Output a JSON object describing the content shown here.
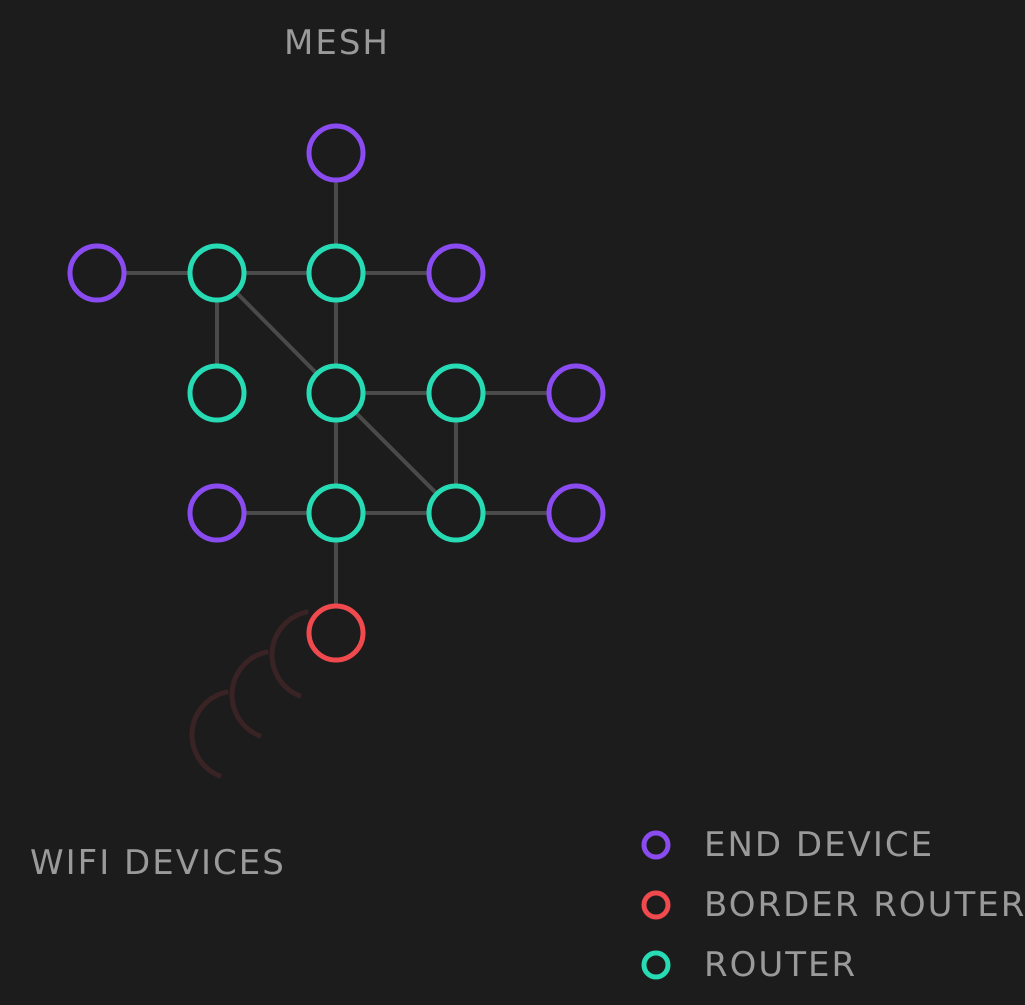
{
  "titles": {
    "mesh": "MESH",
    "wifi": "WIFI DEVICES"
  },
  "colors": {
    "background": "#1c1c1c",
    "edge": "#4a4a4a",
    "end_device": "#8a4cf0",
    "router": "#27dbb5",
    "border_router": "#f04a4f",
    "wifi_signal": "#3a2324",
    "text": "#9a9a9a"
  },
  "legend": [
    {
      "type": "end_device",
      "label": "END DEVICE"
    },
    {
      "type": "border_router",
      "label": "BORDER ROUTER"
    },
    {
      "type": "router",
      "label": "ROUTER"
    }
  ],
  "nodes": [
    {
      "id": "n-top",
      "type": "end_device"
    },
    {
      "id": "n-left-end",
      "type": "end_device"
    },
    {
      "id": "n-router-a",
      "type": "router"
    },
    {
      "id": "n-router-b",
      "type": "router"
    },
    {
      "id": "n-right-end-top",
      "type": "end_device"
    },
    {
      "id": "n-router-c",
      "type": "router"
    },
    {
      "id": "n-router-d",
      "type": "router"
    },
    {
      "id": "n-router-e",
      "type": "router"
    },
    {
      "id": "n-right-end-mid",
      "type": "end_device"
    },
    {
      "id": "n-left-end-low",
      "type": "end_device"
    },
    {
      "id": "n-router-f",
      "type": "router"
    },
    {
      "id": "n-router-g",
      "type": "router"
    },
    {
      "id": "n-right-end-low",
      "type": "end_device"
    },
    {
      "id": "n-border",
      "type": "border_router"
    }
  ],
  "edges": [
    [
      "n-top",
      "n-router-b"
    ],
    [
      "n-left-end",
      "n-router-a"
    ],
    [
      "n-router-a",
      "n-router-b"
    ],
    [
      "n-router-b",
      "n-right-end-top"
    ],
    [
      "n-router-a",
      "n-router-c"
    ],
    [
      "n-router-a",
      "n-router-d"
    ],
    [
      "n-router-b",
      "n-router-d"
    ],
    [
      "n-router-d",
      "n-router-e"
    ],
    [
      "n-router-e",
      "n-right-end-mid"
    ],
    [
      "n-router-d",
      "n-router-f"
    ],
    [
      "n-router-d",
      "n-router-g"
    ],
    [
      "n-router-e",
      "n-router-g"
    ],
    [
      "n-left-end-low",
      "n-router-f"
    ],
    [
      "n-router-f",
      "n-router-g"
    ],
    [
      "n-router-g",
      "n-right-end-low"
    ],
    [
      "n-router-f",
      "n-border"
    ]
  ]
}
